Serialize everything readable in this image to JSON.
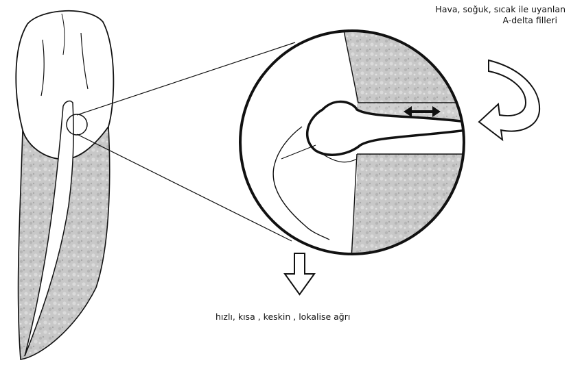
{
  "labels": {
    "stimulus_line1": "Hava, soğuk, sıcak ile uyanlan",
    "stimulus_line2": "A-delta filleri",
    "pain_description": "hızlı, kısa , keskin , lokalise ağrı"
  },
  "colors": {
    "ink": "#111111",
    "dentin_fill": "#cfcfcf",
    "background": "#ffffff"
  }
}
